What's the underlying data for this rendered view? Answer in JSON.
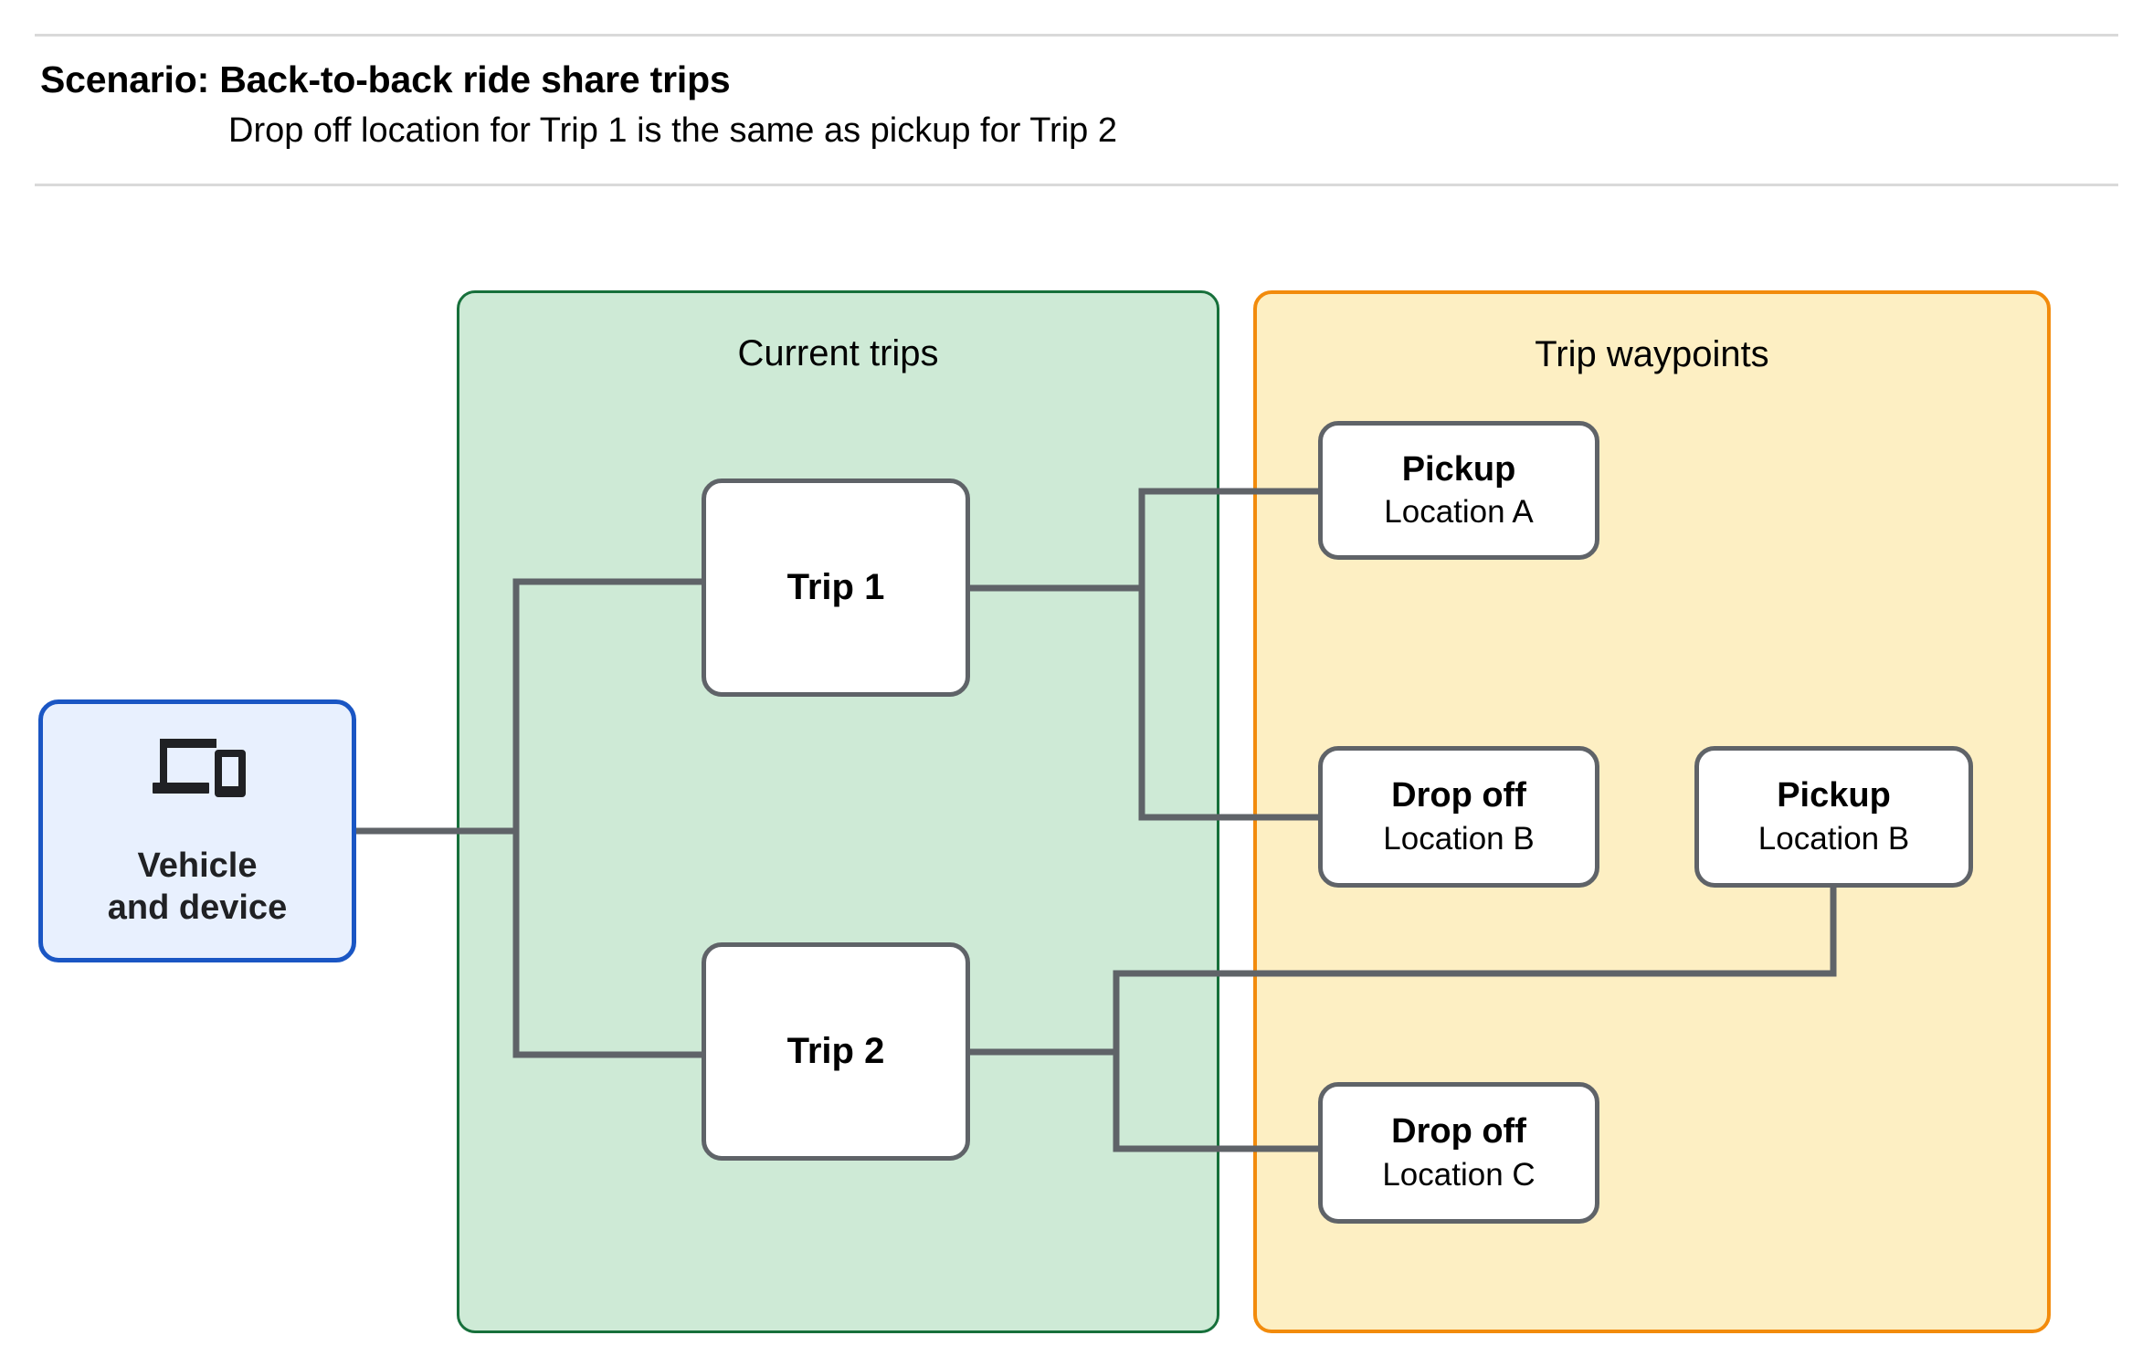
{
  "header": {
    "title": "Scenario: Back-to-back ride share trips",
    "subtitle": "Drop off  location for Trip 1 is the same as pickup for Trip 2"
  },
  "groups": {
    "current_trips": {
      "title": "Current trips",
      "fill_color": "#ceead6",
      "border_color": "#17703b"
    },
    "trip_waypoints": {
      "title": "Trip waypoints",
      "fill_color": "#fdefc3",
      "border_color": "#f28b0c"
    }
  },
  "vehicle": {
    "label": "Vehicle\nand device",
    "icon": "devices-icon",
    "fill_color": "#e8f0fe",
    "border_color": "#1a56c4"
  },
  "trips": [
    {
      "id": "trip-1",
      "label": "Trip 1"
    },
    {
      "id": "trip-2",
      "label": "Trip 2"
    }
  ],
  "waypoints": [
    {
      "id": "pickup-a",
      "title": "Pickup",
      "location": "Location A"
    },
    {
      "id": "dropoff-b",
      "title": "Drop off",
      "location": "Location B"
    },
    {
      "id": "pickup-b",
      "title": "Pickup",
      "location": "Location B"
    },
    {
      "id": "dropoff-c",
      "title": "Drop off",
      "location": "Location C"
    }
  ],
  "connector_color": "#5f6368",
  "node_border_color": "#5f6368"
}
